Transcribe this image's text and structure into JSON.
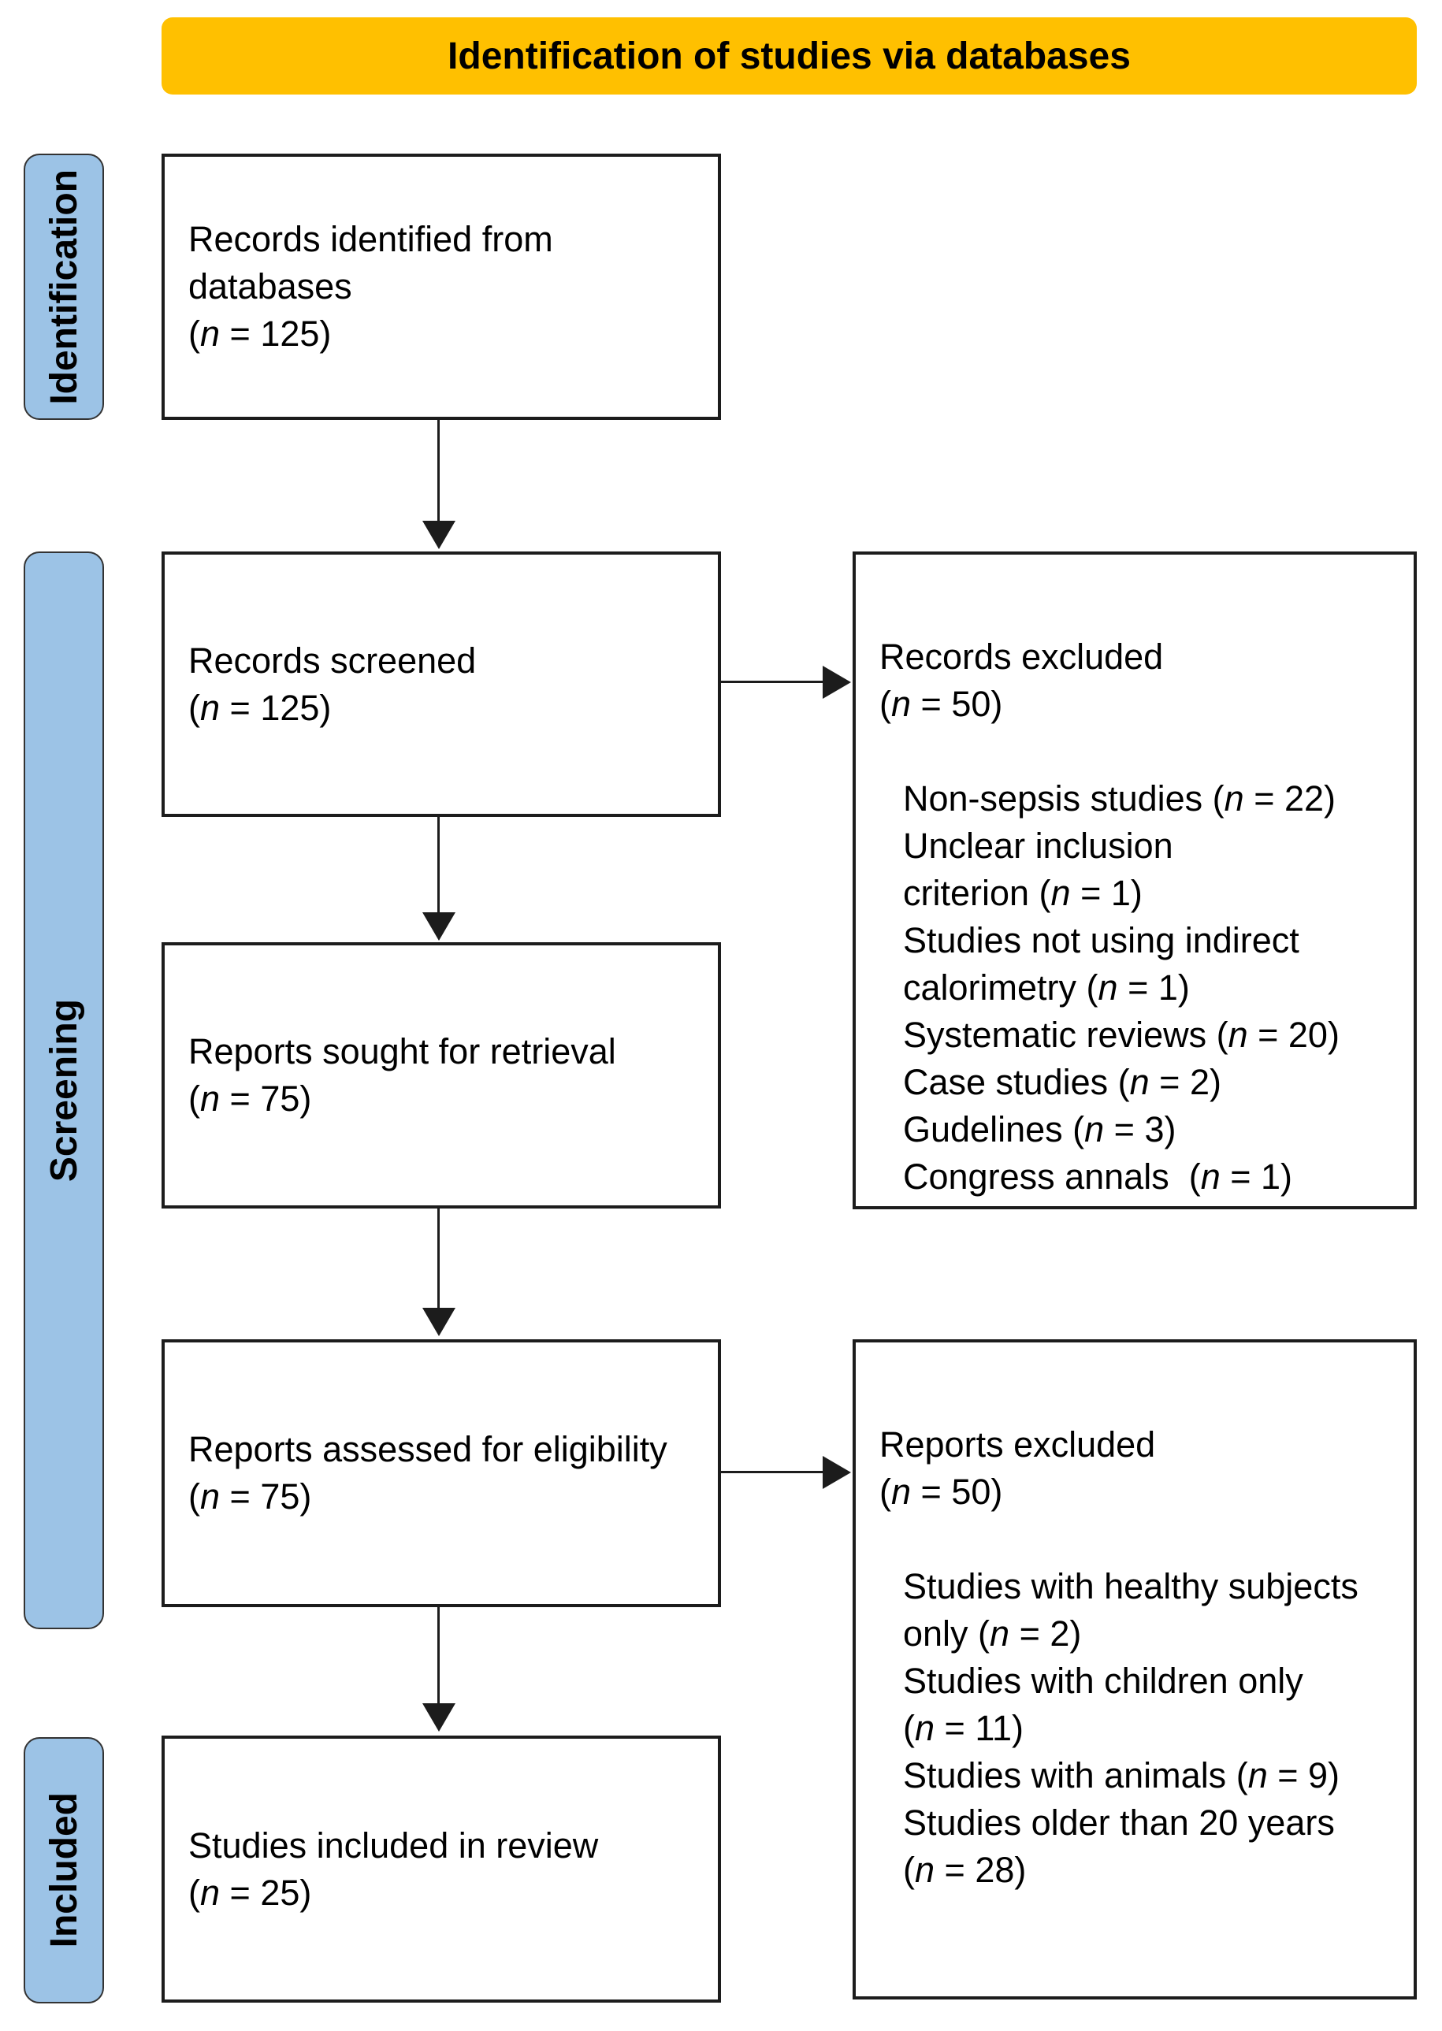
{
  "banner": {
    "label": "Identification of studies via databases",
    "bg_color": "#FFC000"
  },
  "colors": {
    "stage_bar": "#9CC3E6",
    "banner": "#FFC000",
    "box_border": "#1C1C1C",
    "text": "#000000"
  },
  "stages": {
    "identification": {
      "label": "Identification"
    },
    "screening": {
      "label": "Screening"
    },
    "included": {
      "label": "Included"
    }
  },
  "flow_boxes": {
    "identified": {
      "lines": [
        "Records identified from",
        "databases",
        "(n = 125)"
      ]
    },
    "screened": {
      "lines": [
        "Records screened",
        "(n = 125)"
      ]
    },
    "sought": {
      "lines": [
        "Reports sought for retrieval",
        "(n = 75)"
      ]
    },
    "assessed": {
      "lines": [
        "Reports assessed for eligibility",
        "(n = 75)"
      ]
    },
    "included_review": {
      "lines": [
        "Studies included in review",
        "(n = 25)"
      ]
    }
  },
  "exclusion_boxes": {
    "records_excluded": {
      "header_lines": [
        "Records excluded",
        "(n = 50)"
      ],
      "reason_lines": [
        "Non-sepsis studies (n = 22)",
        "Unclear inclusion",
        "criterion (n = 1)",
        "Studies not using indirect",
        "calorimetry (n = 1)",
        "Systematic reviews (n = 20)",
        "Case studies (n = 2)",
        "Gudelines (n = 3)",
        "Congress annals  (n = 1)"
      ]
    },
    "reports_excluded": {
      "header_lines": [
        "Reports excluded",
        "(n = 50)"
      ],
      "reason_lines": [
        "Studies with healthy subjects",
        "only (n = 2)",
        "Studies with children only",
        "(n = 11)",
        "Studies with animals (n = 9)",
        "Studies older than 20 years",
        "(n = 28)"
      ]
    }
  }
}
